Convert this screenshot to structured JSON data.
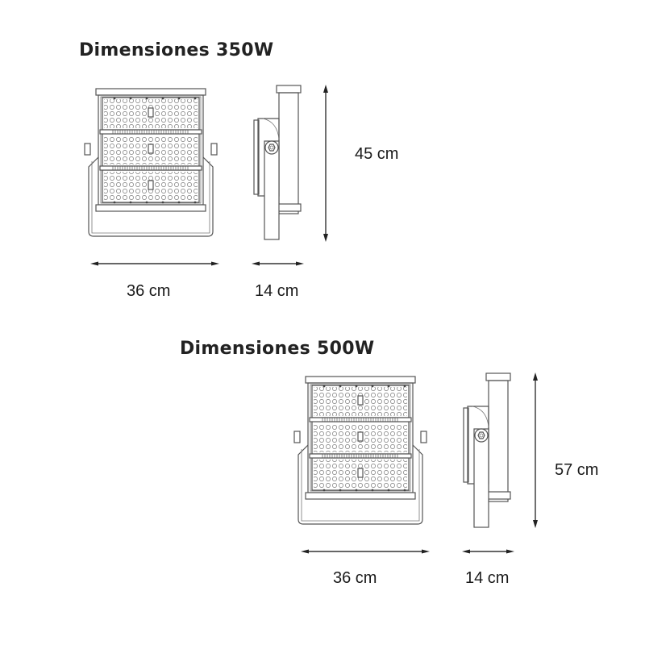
{
  "sections": [
    {
      "id": "350w",
      "title": "Dimensiones 350W",
      "width_label": "36 cm",
      "depth_label": "14 cm",
      "height_label": "45 cm"
    },
    {
      "id": "500w",
      "title": "Dimensiones 500W",
      "width_label": "36 cm",
      "depth_label": "14 cm",
      "height_label": "57 cm"
    }
  ],
  "colors": {
    "text": "#222222",
    "line": "#555555",
    "background": "#ffffff"
  }
}
